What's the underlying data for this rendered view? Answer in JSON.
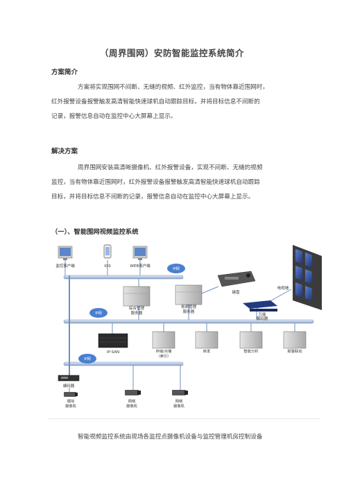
{
  "title": "（周界围网）安防智能监控系统简介",
  "section1": {
    "heading": "方案简介",
    "lines": [
      "方案将实现围网不间断、无缝的视频、红外监控，当有物体靠近围网时，",
      "红外报警设备报警触发高清智能快速球机自动跟踪目标，并将目标信息不间断的",
      "记录，报警信息自动在监控中心大屏幕上显示。"
    ]
  },
  "section2": {
    "heading": "解决方案",
    "lines": [
      "周界围网安装高清晰摄像机、红外报警设备，实现不间断、无缝的视频",
      "监控，当有物体靠近围网时，红外报警设备报警触发高清智能快速球机自动跟踪",
      "目标，并将目标信息不间断的记录，报警信息自动在监控中心大屏幕上显示。"
    ]
  },
  "subheading": "（一）、智能围网视频监控系统",
  "diagram": {
    "clients": [
      "监控客户端",
      "IOS",
      "WEB客户端"
    ],
    "ip_labels": [
      "IP网",
      "IP网",
      "IP网"
    ],
    "servers": [
      "综合管理",
      "服务器",
      "视频管理",
      "服务器"
    ],
    "keyboard": "键盘",
    "tv_wall": "电视墙",
    "decoder": [
      "万能",
      "解码器"
    ],
    "storage_array": "IP-SAN",
    "row3": [
      "存储/点播",
      "（索引）",
      "转发",
      "智能分析",
      "报警联动"
    ],
    "encoder": "编码器",
    "cameras": [
      "模拟",
      "摄像机",
      "网络",
      "摄像机",
      "网络",
      "摄像机"
    ]
  },
  "last_line": "智能视频监控系统由现场各监控点摄像机设备与监控管理机房控制设备",
  "colors": {
    "bus": "#6f8fbf",
    "ip_cloud": "#4a7fd0",
    "server": "#cfcfcf",
    "screen": "#2d4d9b"
  }
}
